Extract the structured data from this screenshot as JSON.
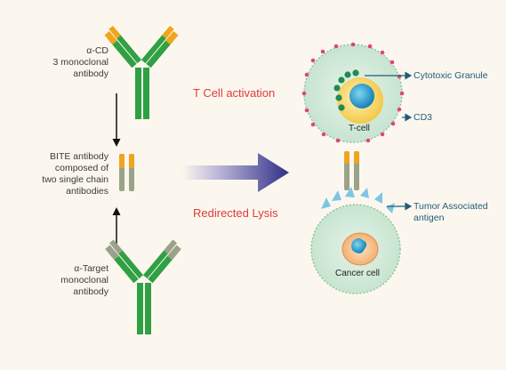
{
  "labels": {
    "acd_line1": "α-CD",
    "acd_line2": "3 monoclonal",
    "acd_line3": "antibody",
    "bite_line1": "BITE antibody",
    "bite_line2": "composed of",
    "bite_line3": "two single chain",
    "bite_line4": "antibodies",
    "target_line1": "α-Target",
    "target_line2": "monoclonal",
    "target_line3": "antibody",
    "t_activation": "T Cell activation",
    "redirected_lysis": "Redirected Lysis",
    "cytotoxic_granule": "Cytotoxic Granule",
    "cd3": "CD3",
    "tumor_line1": "Tumor Associated",
    "tumor_line2": "antigen",
    "tcell": "T-cell",
    "cancer_cell": "Cancer cell"
  },
  "colors": {
    "background": "#fbf7ee",
    "antibody_green": "#2fa043",
    "antibody_orange": "#f0a51e",
    "antibody_gray": "#9aa28a",
    "red_text": "#e03a3a",
    "blue_text": "#1f5c7a",
    "cell_fill": "#cfe8d6",
    "cell_border": "#8bc79e",
    "receptor_red": "#e0457a",
    "granule_green": "#1f8a55",
    "nucleus_blue": "#1ea7d8",
    "tcell_yellow": "#f5d24a",
    "antigen_blue": "#7cc6e4",
    "cancer_cell_orange": "#f5b67a",
    "big_arrow": "#3b3b8f"
  }
}
